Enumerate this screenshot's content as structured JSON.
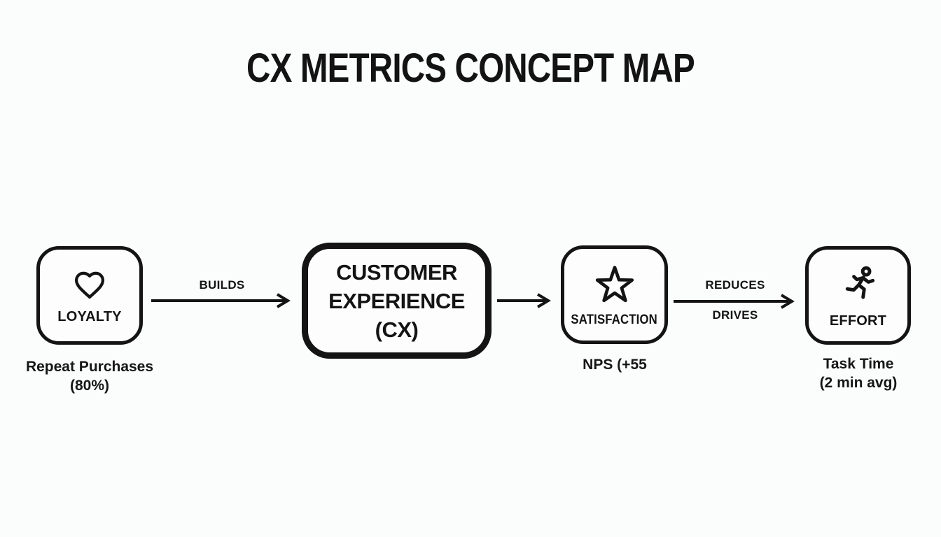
{
  "title": "CX METRICS CONCEPT MAP",
  "colors": {
    "background": "#fbfcfc",
    "ink": "#141414"
  },
  "nodes": {
    "loyalty": {
      "label": "LOYALTY",
      "icon": "heart-icon",
      "caption": [
        "Repeat Purchases",
        "(80%)"
      ]
    },
    "cx": {
      "lines": [
        "CUSTOMER",
        "EXPERIENCE",
        "(CX)"
      ]
    },
    "satisfaction": {
      "label": "SATISFACTION",
      "icon": "star-icon",
      "caption": [
        "NPS (+55"
      ]
    },
    "effort": {
      "label": "EFFORT",
      "icon": "runner-icon",
      "caption": [
        "Task Time",
        "(2 min avg)"
      ]
    }
  },
  "edges": {
    "loyalty_to_cx": {
      "label_above": "BUILDS"
    },
    "cx_to_satisfaction": {},
    "satisfaction_to_effort": {
      "label_above": "REDUCES",
      "label_below": "DRIVES"
    }
  }
}
